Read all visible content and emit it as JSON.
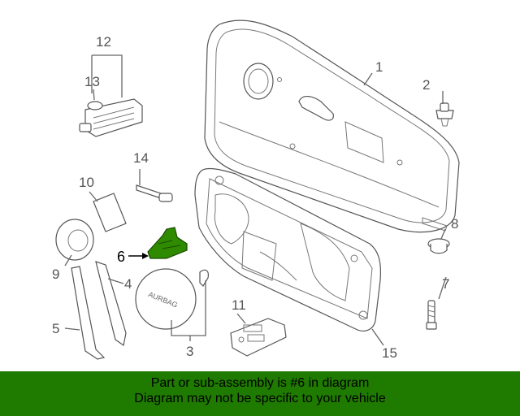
{
  "diagram": {
    "labels": [
      "1",
      "2",
      "3",
      "4",
      "5",
      "6",
      "7",
      "8",
      "9",
      "10",
      "11",
      "12",
      "13",
      "14",
      "15"
    ],
    "highlighted_part": "6",
    "highlight_color": "#2e8b00",
    "airbag_text": "AURBAG"
  },
  "banner": {
    "line1": "Part or sub-assembly is #6 in diagram",
    "line2": "Diagram may not be specific to your vehicle",
    "background": "#1f7a00"
  }
}
